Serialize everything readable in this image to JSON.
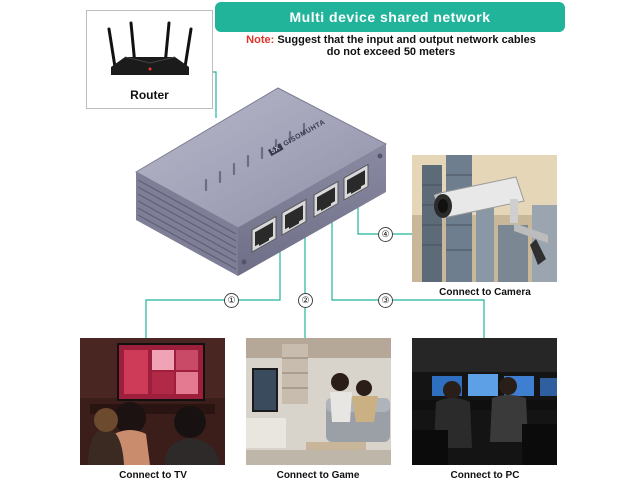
{
  "banner": {
    "title": "Multi device shared network"
  },
  "note": {
    "lead": "Note:",
    "line1": "Suggest that the input and output network cables",
    "line2": "do not exceed 50 meters"
  },
  "router": {
    "label": "Router",
    "icon": "router-icon"
  },
  "switch": {
    "brand": "GISOMUHTA",
    "model": "5X"
  },
  "ports": [
    {
      "number": "①",
      "caption": "Connect to TV"
    },
    {
      "number": "②",
      "caption": "Connect to Game"
    },
    {
      "number": "③",
      "caption": "Connect to PC"
    },
    {
      "number": "④",
      "caption": "Connect to Camera"
    }
  ],
  "colors": {
    "banner": "#21b49b",
    "note_lead": "#e0342b",
    "switch_body": "#9c9cb4"
  }
}
